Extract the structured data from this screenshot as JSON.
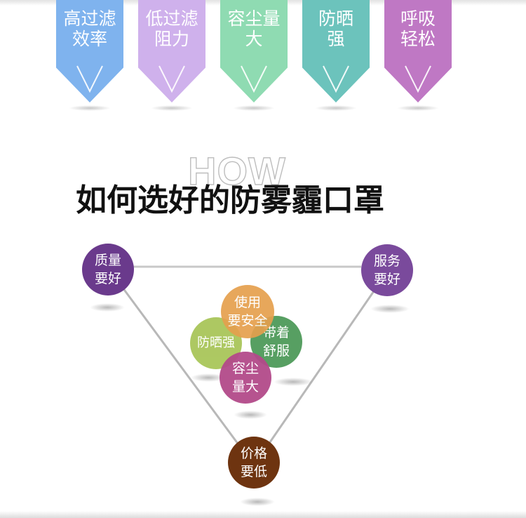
{
  "banners": [
    {
      "label": "高过滤\n效率",
      "color": "#7fb3ee"
    },
    {
      "label": "低过滤\n阻力",
      "color": "#cfb1ec"
    },
    {
      "label": "容尘量\n大",
      "color": "#8fdbb2"
    },
    {
      "label": "防晒\n强",
      "color": "#6cc3bc"
    },
    {
      "label": "呼吸\n轻松",
      "color": "#bf78c4"
    }
  ],
  "watermark": "HOW",
  "headline": "如何选好的防雾霾口罩",
  "corner_nodes": {
    "quality": {
      "label": "质量\n要好",
      "color": "#6a3a8c"
    },
    "service": {
      "label": "服务\n要好",
      "color": "#7a4a9c"
    },
    "price": {
      "label": "价格\n要低",
      "color": "#6e3410"
    }
  },
  "center_nodes": {
    "safe": {
      "label": "使用\n要安全",
      "color": "#e5a04e"
    },
    "sun": {
      "label": "防晒强",
      "color": "#a9c65a"
    },
    "comfort": {
      "label": "带着\n舒服",
      "color": "#4f9a5a"
    },
    "dust": {
      "label": "容尘\n量大",
      "color": "#b34a8a"
    }
  }
}
